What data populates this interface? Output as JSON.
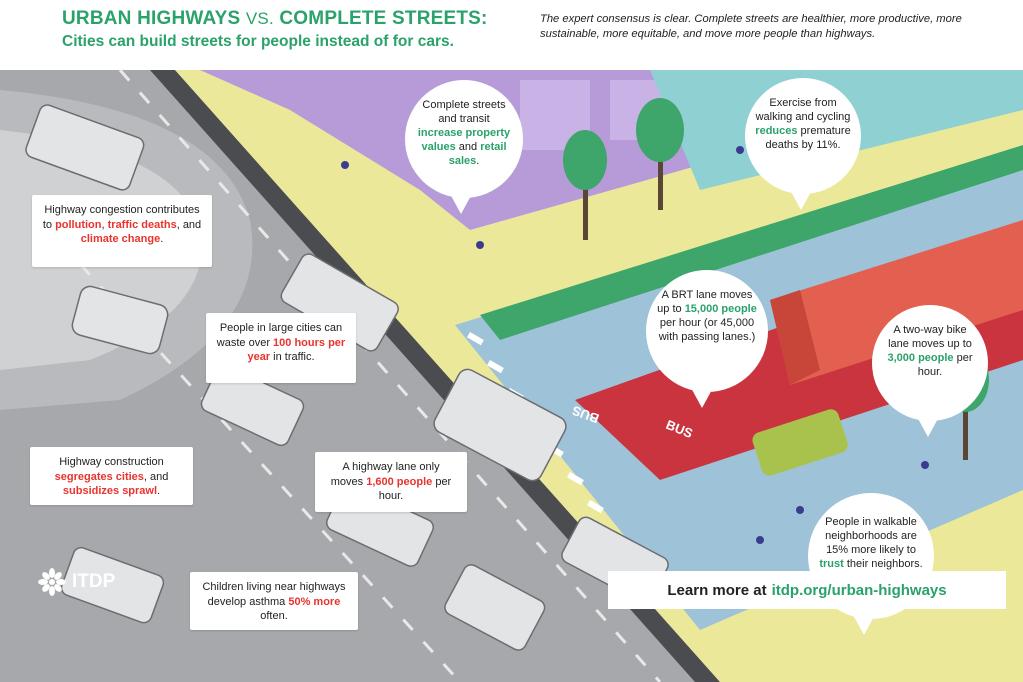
{
  "header": {
    "title_part1": "URBAN HIGHWAYS",
    "title_vs": "VS.",
    "title_part2": "COMPLETE STREETS:",
    "subtitle": "Cities can build streets for people instead of for cars.",
    "consensus": "The expert consensus is clear. Complete streets are healthier, more productive, more sustainable, more equitable, and move more people than highways."
  },
  "highway_callouts": {
    "congestion": {
      "pre": "Highway congestion contributes to ",
      "h1": "pollution",
      "mid1": ", ",
      "h2": "traffic deaths",
      "mid2": ", and ",
      "h3": "climate change",
      "post": "."
    },
    "waste": {
      "pre": "People in large cities can waste over ",
      "h1": "100 hours per year",
      "post": " in traffic."
    },
    "construction": {
      "pre": "Highway construction ",
      "h1": "segregates cities",
      "mid1": ", and ",
      "h2": "subsidizes sprawl",
      "post": "."
    },
    "lane": {
      "pre": "A highway lane only moves ",
      "h1": "1,600 people",
      "post": " per hour."
    },
    "asthma": {
      "pre": "Children living near highways develop asthma ",
      "h1": "50% more",
      "post": " often."
    }
  },
  "street_bubbles": {
    "property": {
      "pre": "Complete streets and transit ",
      "h1": "increase property values",
      "mid1": " and ",
      "h2": "retail sales",
      "post": "."
    },
    "exercise": {
      "pre": "Exercise from walking and cycling ",
      "h1": "reduces",
      "post": " premature deaths by 11%."
    },
    "brt": {
      "pre": "A BRT lane moves up to ",
      "h1": "15,000 people",
      "post": " per hour (or 45,000 with passing lanes.)"
    },
    "bike": {
      "pre": "A two-way bike lane moves up to ",
      "h1": "3,000 people",
      "post": " per hour."
    },
    "trust": {
      "pre": "People in walkable neighborhoods are 15% more likely to ",
      "h1": "trust",
      "post": " their neighbors."
    }
  },
  "road_markings": {
    "bus1": "BUS",
    "bus2": "BUS"
  },
  "footer": {
    "logo_text": "ITDP",
    "cta_pre": "Learn more at",
    "cta_url": "itdp.org/urban-highways"
  },
  "colors": {
    "accent_green": "#2aa26a",
    "alert_red": "#e8342e",
    "bus_lane_red": "#c9343f",
    "plaza_yellow": "#ece89a",
    "building_purple": "#b79bd8"
  }
}
